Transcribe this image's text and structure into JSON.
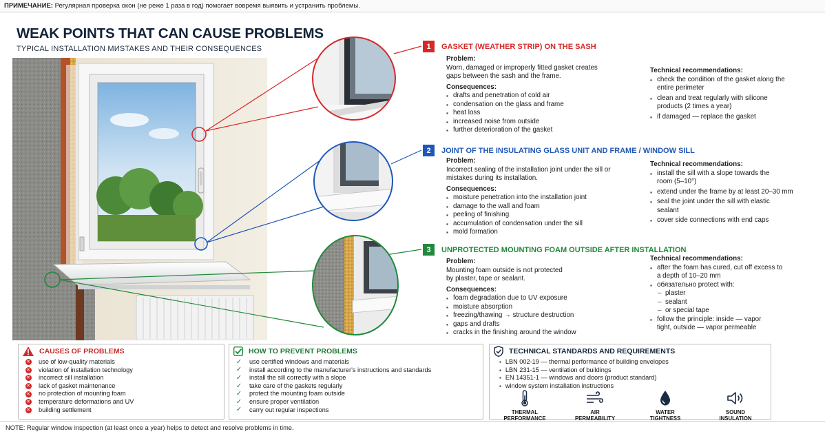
{
  "top_note": {
    "label": "ПРИМЕЧАНИЕ:",
    "text": " Регулярная проверка окон (не реже 1 раза в год) помогает вовремя выявить и устранить проблемы."
  },
  "title": "WEAK POINTS THAT CAN CAUSE PROBLEMS",
  "subtitle": "TYPICAL INSTALLATION MИSTAKES AND THEIR CONSEQUENCES",
  "colors": {
    "red": "#d62828",
    "blue": "#1f57b8",
    "green": "#21893b",
    "navy": "#122339"
  },
  "sections": [
    {
      "number": "1",
      "title": "GASKET (WEATHER STRIP) ON THE SASH",
      "problem_label": "Problem:",
      "problem": "Worn, damaged or improperly fitted gasket creates gaps between the sash and the frame.",
      "consequences_label": "Consequences:",
      "consequences": [
        "drafts and penetration of cold air",
        "condensation on the glass and frame",
        "heat loss",
        "increased noise from outside",
        "further deterioration of the gasket"
      ],
      "tech_label": "Technical recommendations:",
      "tech": [
        "check the condition of the gasket along the entire perimeter",
        "clean and treat regularly with silicone products (2 times a year)",
        "if damaged — replace the gasket"
      ]
    },
    {
      "number": "2",
      "title": "JOINT OF THE INSULATING GLASS UNIT AND FRAME / WINDOW SILL",
      "problem_label": "Problem:",
      "problem": "Incorrect sealing of the installation joint under the sill or mistakes during its installation.",
      "consequences_label": "Consequences:",
      "consequences": [
        "moisture penetration into the installation joint",
        "damage to the wall and foam",
        "peeling of finishing",
        "accumulation of condensation under the sill",
        "mold formation"
      ],
      "tech_label": "Technical recommendations:",
      "tech": [
        "install the sill with a slope towards the room (5–10°)",
        "extend under the frame by at least 20–30 mm",
        "seal the joint under the sill with elastic sealant",
        "cover side connections with end caps"
      ]
    },
    {
      "number": "3",
      "title": "UNPROTECTED MOUNTING FOAM OUTSIDE AFTER INSTALLATION",
      "problem_label": "Problem:",
      "problem": "Mounting foam outside is not protected by plaster, tape or sealant.",
      "consequences_label": "Consequences:",
      "consequences": [
        "foam degradation due to UV exposure",
        "moisture absorption",
        "freezing/thawing → structure destruction",
        "gaps and drafts",
        "cracks in the finishing around the window"
      ],
      "tech_label": "Technical recommendations:",
      "tech": [
        "after the foam has cured, cut off excess to a depth of 10–20 mm",
        "обязательно protect with:"
      ],
      "tech_sub": [
        "plaster",
        "sealant",
        "or special tape"
      ],
      "tech_after": [
        "follow the principle: inside — vapor tight, outside — vapor permeable"
      ]
    }
  ],
  "causes": {
    "title": "CAUSES OF PROBLEMS",
    "items": [
      "use of low-quality materials",
      "violation of installation technology",
      "incorrect sill installation",
      "lack of gasket maintenance",
      "no protection of mounting foam",
      "temperature deformations and UV",
      "building settlement"
    ]
  },
  "prevent": {
    "title": "HOW TO PREVENT PROBLEMS",
    "items": [
      "use certified windows and materials",
      "install according to the manufacturer's instructions and standards",
      "install the sill correctly with a slope",
      "take care of the gaskets regularly",
      "protect the mounting foam outside",
      "ensure proper ventilation",
      "carry out regular inspections"
    ]
  },
  "standards": {
    "title": "TECHNICAL STANDARDS AND REQUIREMENTS",
    "items": [
      "LBN 002-19 — thermal performance of building envelopes",
      "LBN 231-15 — ventilation of buildings",
      "EN 14351-1 — windows and doors (product standard)",
      "window system installation instructions"
    ],
    "icons": [
      {
        "icon": "thermometer-icon",
        "label_1": "THERMAL",
        "label_2": "PERFORMANCE"
      },
      {
        "icon": "wind-icon",
        "label_1": "AIR",
        "label_2": "PERMEABILITY"
      },
      {
        "icon": "water-drop-icon",
        "label_1": "WATER",
        "label_2": "TIGHTNESS"
      },
      {
        "icon": "speaker-icon",
        "label_1": "SOUND",
        "label_2": "INSULATION"
      }
    ]
  },
  "bottom_note": "NOTE: Regular window inspection (at least once a year) helps to detect and resolve problems in time."
}
